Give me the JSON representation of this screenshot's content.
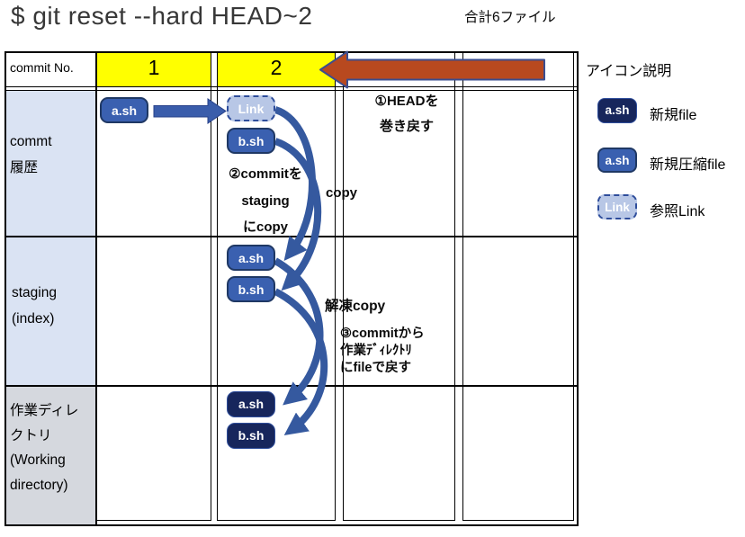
{
  "title": "$ git reset --hard HEAD~2",
  "file_count_note": "合計6ファイル",
  "table": {
    "header_label": "commit No.",
    "commit_numbers": [
      "1",
      "2"
    ],
    "rows": [
      {
        "label_lines": [
          "commt",
          "履歴"
        ]
      },
      {
        "label_lines": [
          "staging",
          "(index)"
        ]
      },
      {
        "label_lines": [
          "作業ディレ",
          "クトリ",
          "(Working",
          "directory)"
        ]
      }
    ]
  },
  "icons": {
    "commit1_file": "a.sh",
    "commit2_link": "Link",
    "commit2_file": "b.sh",
    "staging_file_a": "a.sh",
    "staging_file_b": "b.sh",
    "working_file_a": "a.sh",
    "working_file_b": "b.sh"
  },
  "annotations": {
    "step1_line1": "①HEADを",
    "step1_line2": "巻き戻す",
    "step2_line1": "②commitを",
    "step2_line2": "staging",
    "step2_line3": "にcopy",
    "copy_label": "copy",
    "decompress_copy_label": "解凍copy",
    "step3_line1": "③commitから",
    "step3_line2": "作業ﾃﾞｨﾚｸﾄﾘ",
    "step3_line3": "にfileで戻す"
  },
  "legend": {
    "title": "アイコン説明",
    "items": [
      {
        "icon_label": "a.sh",
        "description": "新規file"
      },
      {
        "icon_label": "a.sh",
        "description": "新規圧縮file"
      },
      {
        "icon_label": "Link",
        "description": "参照Link"
      }
    ]
  },
  "colors": {
    "highlight_yellow": "#ffff00",
    "new_file_icon": "#17265c",
    "compressed_file_icon": "#3a60b0",
    "link_icon_fill": "#b8c7e6",
    "icon_border_dark": "#1f3864",
    "icon_border_dashed": "#2e4d9b",
    "curve_arrow_blue": "#35599f",
    "copy_arrow_blue": "#3a5dab",
    "rewind_arrow_fill": "#b8491f",
    "rewind_arrow_border": "#3b4d8f",
    "row_label_blue_bg": "#dae3f3",
    "row_label_gray_bg": "#d5d8de"
  }
}
